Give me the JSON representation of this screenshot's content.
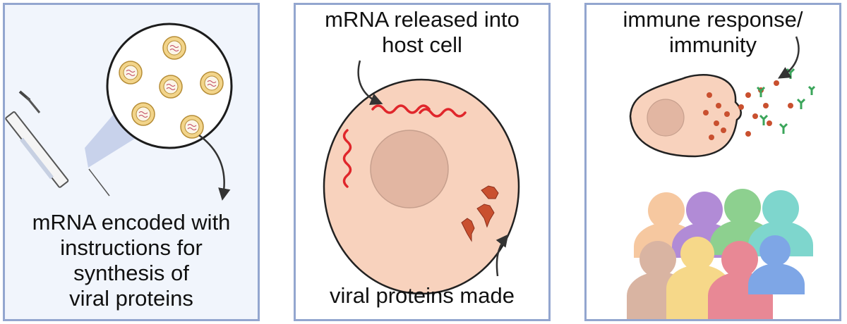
{
  "panels": [
    {
      "caption": "mRNA encoded with\ninstructions for\nsynthesis of\nviral proteins"
    },
    {
      "caption_top": "mRNA released into\nhost cell",
      "caption_bottom": "viral proteins made"
    },
    {
      "caption_top": "immune response/\nimmunity"
    }
  ],
  "colors": {
    "panel_bg": "#f1f5fc",
    "panel_border": "#93a6cf",
    "cell": "#f8d2bd",
    "nucleus": "#e2b6a2",
    "mrna": "#e0262b",
    "protein": "#c9502f",
    "antibody": "#3aa55a",
    "lipid_nanoparticle": "#f2d48a"
  },
  "icons": [
    "syringe-icon",
    "magnifier-circle-icon",
    "lipid-nanoparticle-icon",
    "cell-icon",
    "mrna-strand-icon",
    "viral-protein-icon",
    "antibody-icon",
    "people-group-icon",
    "curved-arrow-icon"
  ]
}
